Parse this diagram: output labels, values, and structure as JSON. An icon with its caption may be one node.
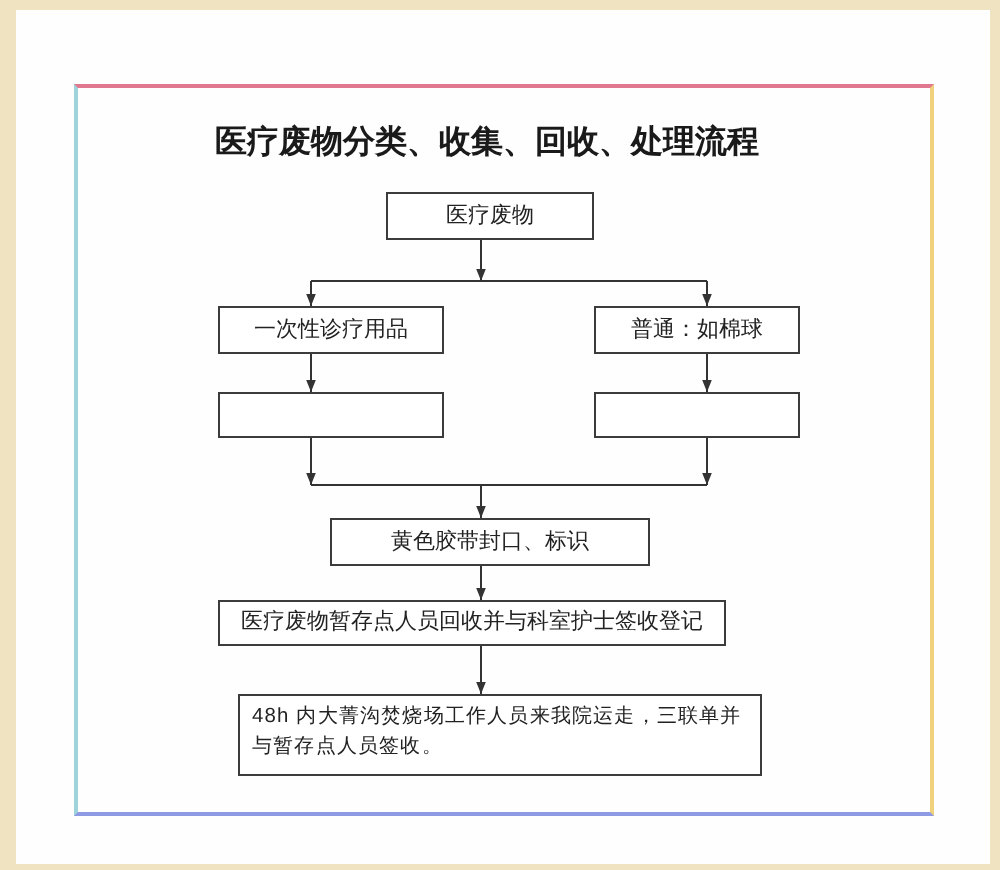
{
  "diagram": {
    "title": "医疗废物分类、收集、回收、处理流程",
    "nodes": [
      {
        "text": [
          "医疗废物"
        ]
      },
      {
        "text": [
          "一次性诊疗用品"
        ]
      },
      {
        "text": [
          "普通：如棉球"
        ]
      },
      {
        "text": [],
        "shape": "box"
      },
      {
        "text": [],
        "shape": "box"
      },
      {
        "text": [
          "黄色胶带封口、标识"
        ]
      },
      {
        "text": [
          "医疗废物暂存点人员回收并与科室护士签收登记"
        ]
      },
      {
        "text": [
          "48h 内大菁沟焚烧场工作人员来我院运走，三联单并与暂存点人员签收。"
        ]
      }
    ],
    "edges": [
      {
        "from": 0,
        "to": 1,
        "arrow": "to"
      },
      {
        "from": 0,
        "to": 2,
        "arrow": "to"
      },
      {
        "from": 1,
        "to": 3,
        "arrow": "to"
      },
      {
        "from": 2,
        "to": 4,
        "arrow": "to"
      },
      {
        "from": 3,
        "to": 5,
        "arrow": "to"
      },
      {
        "from": 4,
        "to": 5,
        "arrow": "to"
      },
      {
        "from": 5,
        "to": 6,
        "arrow": "to"
      },
      {
        "from": 6,
        "to": 7,
        "arrow": "to"
      }
    ]
  }
}
